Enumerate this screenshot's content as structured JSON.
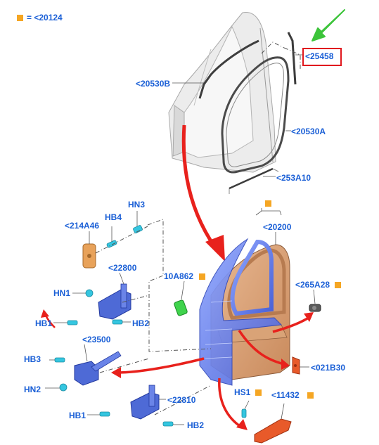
{
  "legend": {
    "symbol_color": "#f5a623",
    "text": "= <20124"
  },
  "colors": {
    "label": "#1a5fd6",
    "highlight": "#e0181e",
    "arrow_red": "#e8211c",
    "arrow_green": "#3cc43a",
    "marker": "#f5a623"
  },
  "labels": {
    "p25458": "<25458",
    "p20530B": "<20530B",
    "p20530A": "<20530A",
    "p253A10": "<253A10",
    "p20200": "<20200",
    "p214A46": "<214A46",
    "hb4": "HB4",
    "hn3": "HN3",
    "p22800": "<22800",
    "p10A862": "10A862",
    "p265A28": "<265A28",
    "hn1": "HN1",
    "hb1_top": "HB1",
    "hb2_top": "HB2",
    "p23500": "<23500",
    "hb3": "HB3",
    "hn2": "HN2",
    "p021B30": "<021B30",
    "hs1": "HS1",
    "p11432": "<11432",
    "p22810": "<22810",
    "hb1_bottom": "HB1",
    "hb2_bottom": "HB2"
  }
}
